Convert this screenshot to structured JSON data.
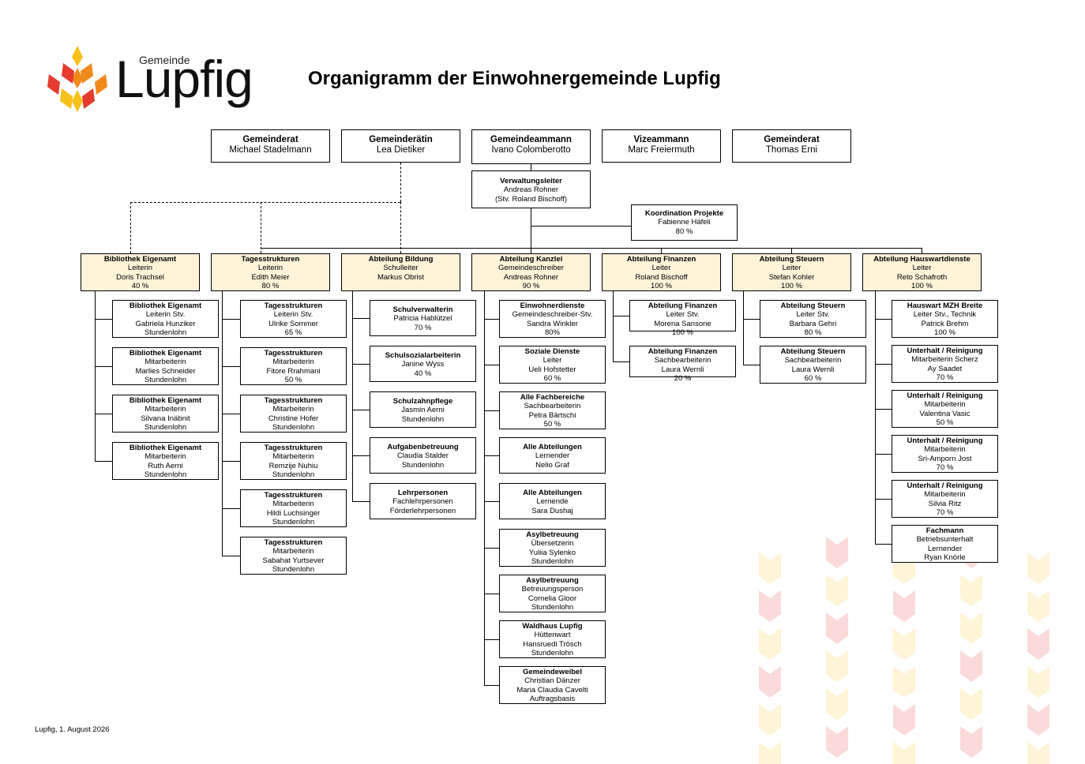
{
  "logo": {
    "small": "Gemeinde",
    "big": "Lupfig"
  },
  "title": "Organigramm der Einwohnergemeinde Lupfig",
  "footer": "Lupfig, 1. August 2026",
  "colors": {
    "highlight": "#fdf3d9",
    "logo_red": "#e53a2c",
    "logo_orange": "#f08a1c",
    "logo_yellow": "#f8c01b"
  },
  "council": [
    {
      "line1": "Gemeinderat",
      "line2": "Michael Stadelmann"
    },
    {
      "line1": "Gemeinderätin",
      "line2": "Lea Dietiker"
    },
    {
      "line1": "Gemeindeammann",
      "line2": "Ivano Colomberotto"
    },
    {
      "line1": "Vizeammann",
      "line2": "Marc Freiermuth"
    },
    {
      "line1": "Gemeinderat",
      "line2": "Thomas Erni"
    }
  ],
  "admin": {
    "title": "Verwaltungsleiter",
    "name": "Andreas Rohner",
    "deputy": "(Stv. Roland Bischoff)"
  },
  "projects": {
    "title": "Koordination Projekte",
    "name": "Fabienne Häfeli",
    "pct": "80 %"
  },
  "departments": [
    {
      "lines": [
        "Bibliothek Eigenamt",
        "Leiterin",
        "Doris Trachsel",
        "40 %"
      ],
      "staff": [
        [
          "Bibliothek Eigenamt",
          "Leiterin Stv.",
          "Gabriela Hunziker",
          "Stundenlohn"
        ],
        [
          "Bibliothek Eigenamt",
          "Mitarbeiterin",
          "Marlies Schneider",
          "Stundenlohn"
        ],
        [
          "Bibliothek Eigenamt",
          "Mitarbeiterin",
          "Silvana Inäbnit",
          "Stundenlohn"
        ],
        [
          "Bibliothek Eigenamt",
          "Mitarbeiterin",
          "Ruth Aerni",
          "Stundenlohn"
        ]
      ]
    },
    {
      "lines": [
        "Tagesstrukturen",
        "Leiterin",
        "Edith Meier",
        "80 %"
      ],
      "staff": [
        [
          "Tagesstrukturen",
          "Leiterin Stv.",
          "Ulrike Sommer",
          "65 %"
        ],
        [
          "Tagesstrukturen",
          "Mitarbeiterin",
          "Fitore Rrahmani",
          "50 %"
        ],
        [
          "Tagesstrukturen",
          "Mitarbeiterin",
          "Christine Hofer",
          "Stundenlohn"
        ],
        [
          "Tagesstrukturen",
          "Mitarbeiterin",
          "Remzije Nuhiu",
          "Stundenlohn"
        ],
        [
          "Tagesstrukturen",
          "Mitarbeiterin",
          "Hildi Luchsinger",
          "Stundenlohn"
        ],
        [
          "Tagesstrukturen",
          "Mitarbeiterin",
          "Sabahat Yurtsever",
          "Stundenlohn"
        ]
      ]
    },
    {
      "lines": [
        "Abteilung Bildung",
        "Schulleiter",
        "Markus Obrist"
      ],
      "staff": [
        [
          "Schulverwalterin",
          "Patricia Hablützel",
          "70 %"
        ],
        [
          "Schulsozialarbeiterin",
          "Janine Wyss",
          "40 %"
        ],
        [
          "Schulzahnpflege",
          "Jasmin Aerni",
          "Stundenlohn"
        ],
        [
          "Aufgabenbetreuung",
          "Claudia Stalder",
          "Stundenlohn"
        ],
        [
          "Lehrpersonen",
          "Fachlehrpersonen",
          "Förderlehrpersonen"
        ]
      ]
    },
    {
      "lines": [
        "Abteilung Kanzlei",
        "Gemeindeschreiber",
        "Andreas Rohner",
        "90 %"
      ],
      "staff": [
        [
          "Einwohnerdienste",
          "Gemeindeschreiber-Stv.",
          "Sandra Winkler",
          "80%"
        ],
        [
          "Soziale Dienste",
          "Leiter",
          "Ueli Hofstetter",
          "60 %"
        ],
        [
          "Alle Fachbereiche",
          "Sachbearbeiterin",
          "Petra Bärtschi",
          "50 %"
        ],
        [
          "Alle Abteilungen",
          "Lernender",
          "Nelio Graf"
        ],
        [
          "Alle Abteilungen",
          "Lernende",
          "Sara Dushaj"
        ],
        [
          "Asylbetreuung",
          "Übersetzerin",
          "Yuliia Sylenko",
          "Stundenlohn"
        ],
        [
          "Asylbetreuung",
          "Betreuungsperson",
          "Cornelia Gloor",
          "Stundenlohn"
        ],
        [
          "Waldhaus Lupfig",
          "Hüttenwart",
          "Hansruedi Trösch",
          "Stundenlohn"
        ],
        [
          "Gemeindeweibel",
          "Christian Dänzer",
          "Maria Claudia Cavelti",
          "Auftragsbasis"
        ]
      ]
    },
    {
      "lines": [
        "Abteilung Finanzen",
        "Leiter",
        "Roland Bischoff",
        "100 %"
      ],
      "staff": [
        [
          "Abteilung Finanzen",
          "Leiter Stv.",
          "Morena Sansone",
          "100 %"
        ],
        [
          "Abteilung Finanzen",
          "Sachbearbeiterin",
          "Laura Wernli",
          "20 %"
        ]
      ]
    },
    {
      "lines": [
        "Abteilung Steuern",
        "Leiter",
        "Stefan Kohler",
        "100 %"
      ],
      "staff": [
        [
          "Abteilung Steuern",
          "Leiter Stv.",
          "Barbara Gehri",
          "80 %"
        ],
        [
          "Abteilung Steuern",
          "Sachbearbeiterin",
          "Laura Wernli",
          "60 %"
        ]
      ]
    },
    {
      "lines": [
        "Abteilung Hauswartdienste",
        "Leiter",
        "Reto Schafroth",
        "100 %"
      ],
      "staff": [
        [
          "Hauswart MZH Breite",
          "Leiter Stv., Technik",
          "Patrick Brehm",
          "100 %"
        ],
        [
          "Unterhalt / Reinigung",
          "Mitarbeiterin Scherz",
          "Ay Saadet",
          "70 %"
        ],
        [
          "Unterhalt / Reinigung",
          "Mitarbeiterin",
          "Valentina Vasic",
          "50 %"
        ],
        [
          "Unterhalt / Reinigung",
          "Mitarbeiterin",
          "Sri-Amporn Jost",
          "70 %"
        ],
        [
          "Unterhalt / Reinigung",
          "Mitarbeiterin",
          "Silvia Ritz",
          "70 %"
        ],
        [
          "Fachmann",
          "Betriebsunterhalt",
          "Lernender",
          "Ryan Knörle"
        ]
      ]
    }
  ]
}
